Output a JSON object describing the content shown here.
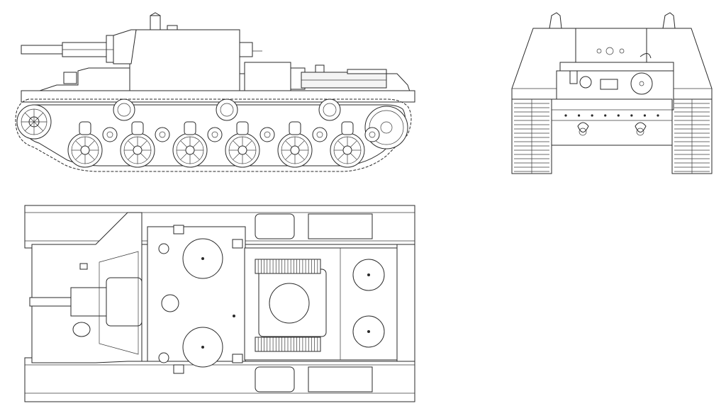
{
  "drawing": {
    "subject": "self-propelled-gun-blueprint",
    "views": [
      "side-view",
      "front-view",
      "top-view"
    ],
    "line_color": "#2a2a2a",
    "background": "#ffffff"
  },
  "counts": {
    "side_road_wheels": 6,
    "side_return_rollers": 3,
    "side_small_wheels": 6,
    "front_hull_bolts": 8,
    "top_deck_grille_bars": 22
  }
}
